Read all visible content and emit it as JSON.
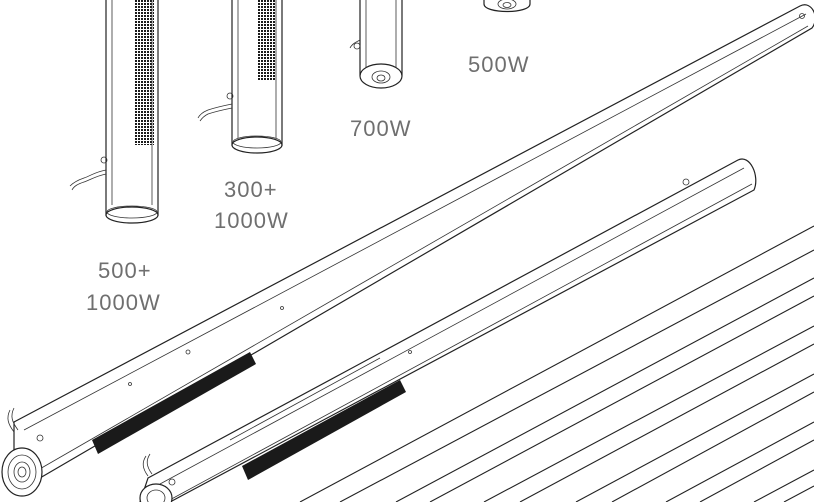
{
  "labels": {
    "heater_500": "500W",
    "heater_700": "700W",
    "heater_300_1000_line1": "300+",
    "heater_300_1000_line2": "1000W",
    "heater_500_1000_line1": "500+",
    "heater_500_1000_line2": "1000W"
  },
  "colors": {
    "line": "#222222",
    "label": "#6f6f6f",
    "mesh": "#1a1a1a",
    "background": "#ffffff"
  }
}
